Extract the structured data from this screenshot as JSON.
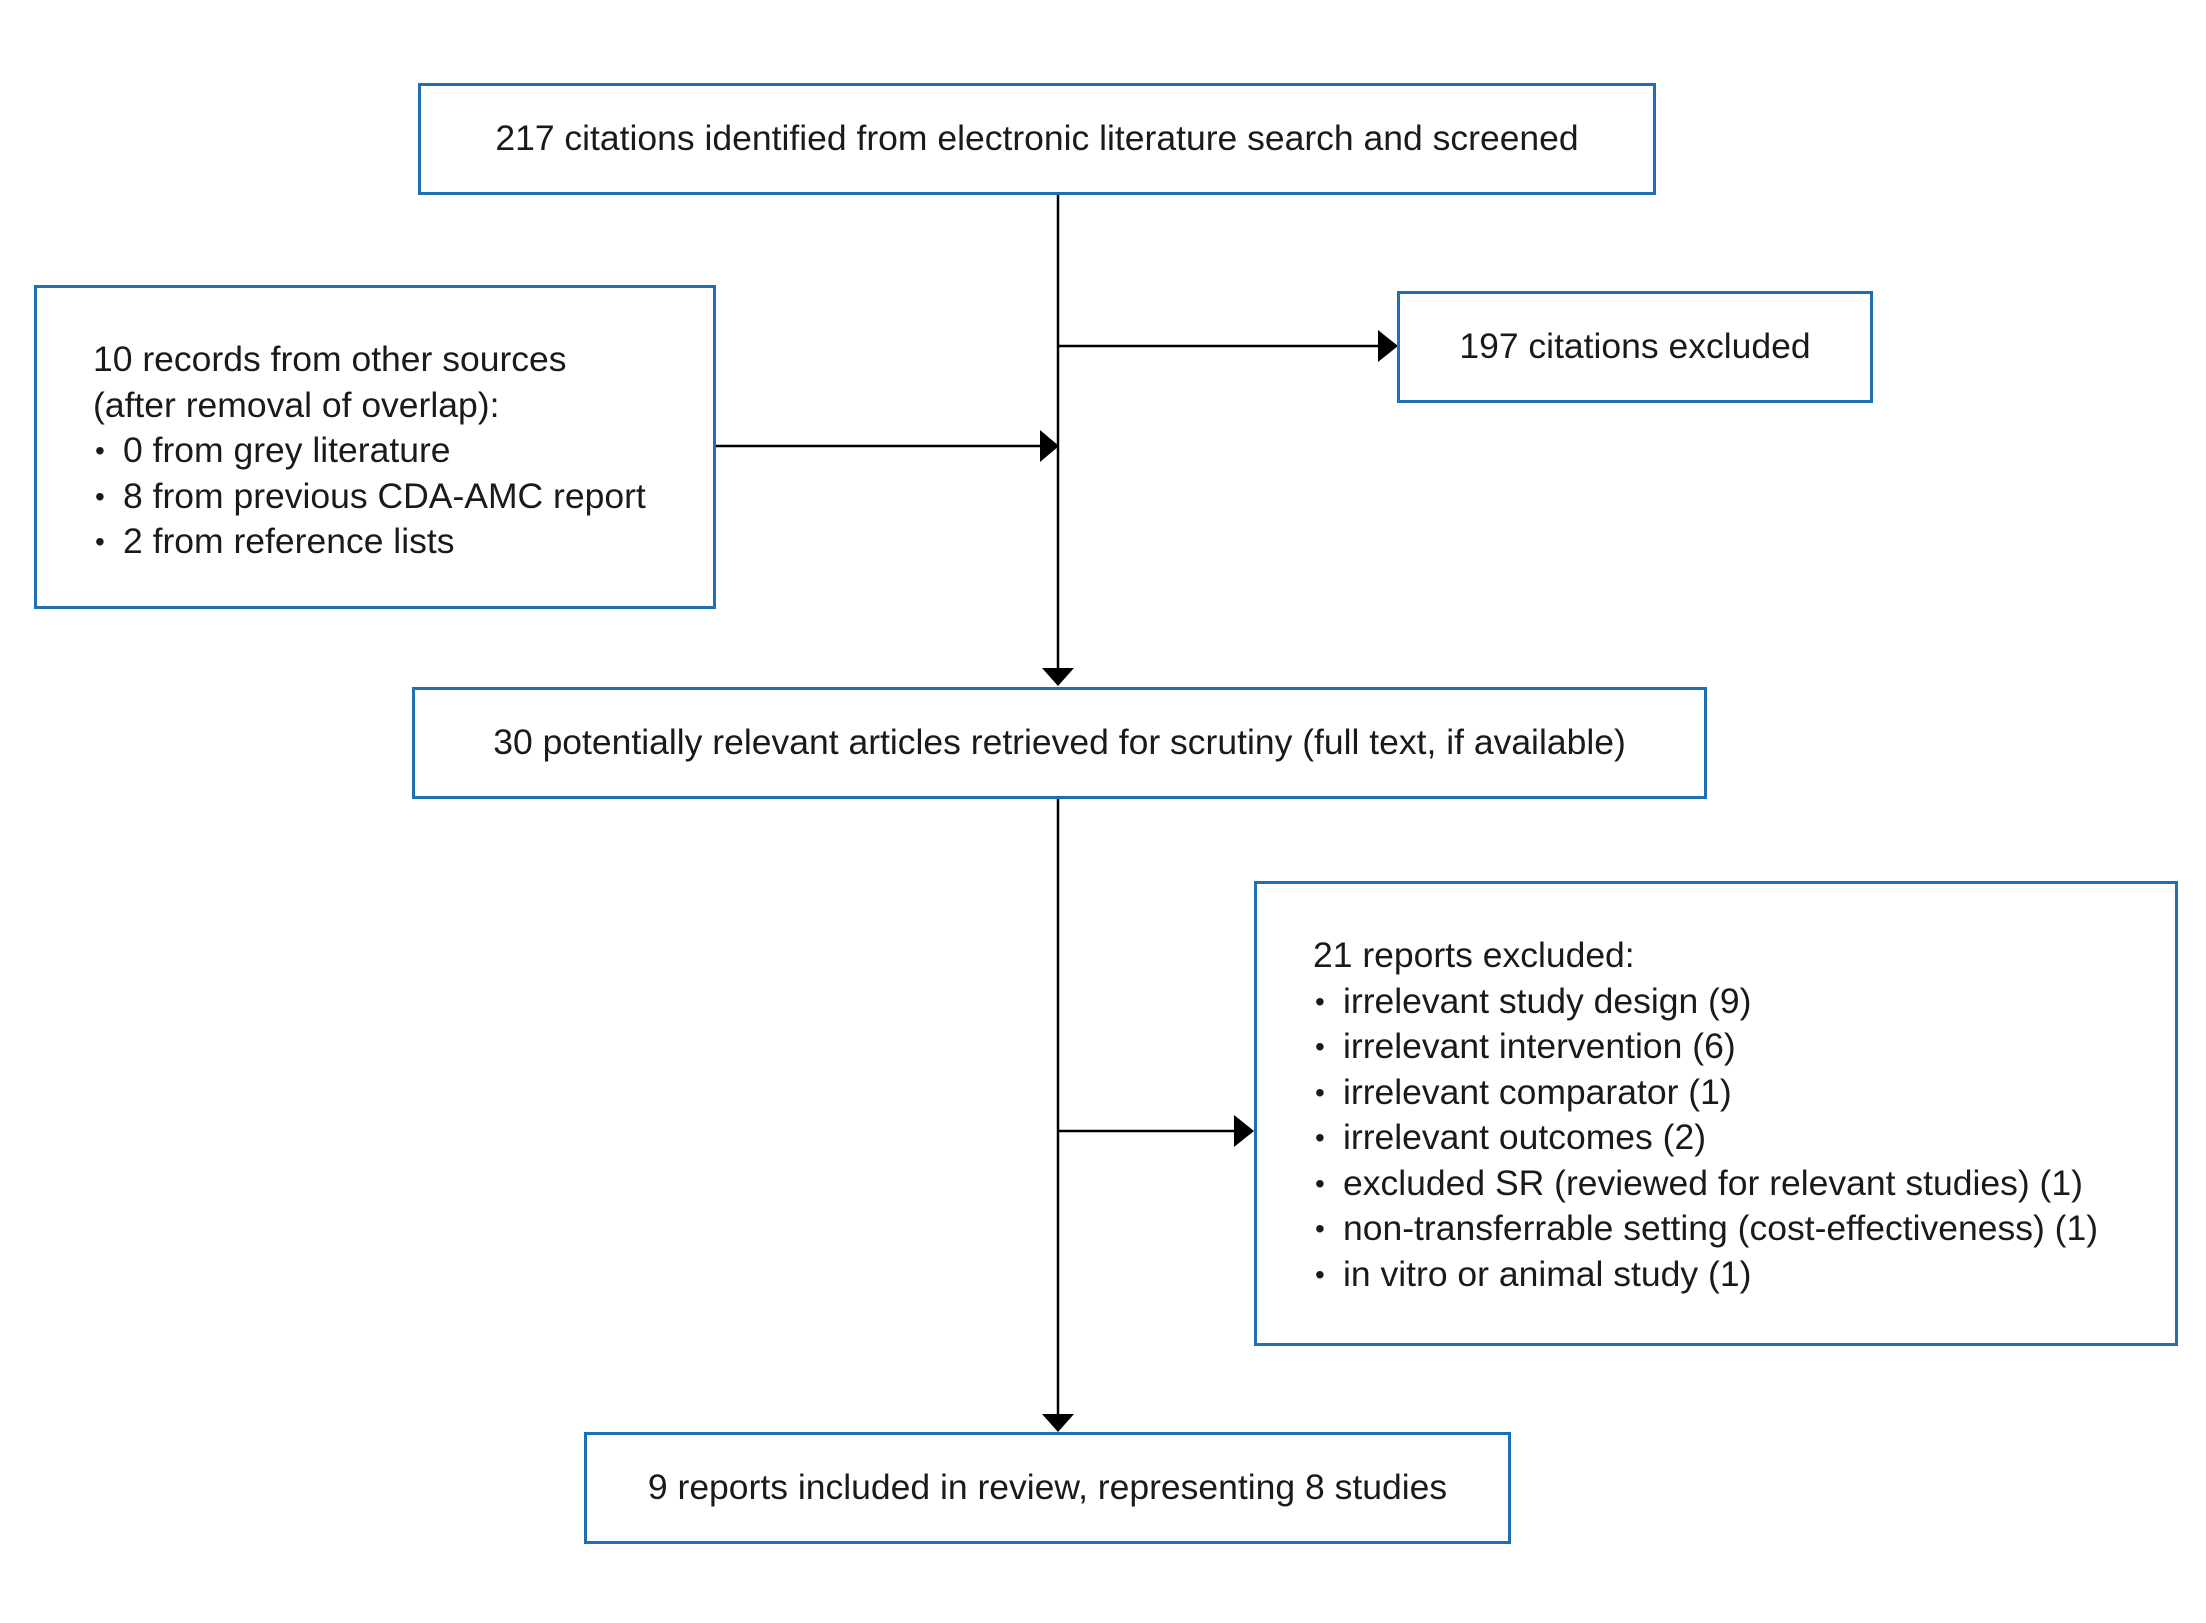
{
  "flowchart": {
    "identified": "217 citations identified from electronic literature search and screened",
    "excluded_citations": "197 citations excluded",
    "other_sources": {
      "title_line1": "10 records from other sources",
      "title_line2": "(after removal of overlap):",
      "items": [
        "0 from grey literature",
        "8 from previous CDA-AMC report",
        "2 from reference lists"
      ]
    },
    "retrieved": "30 potentially relevant articles retrieved for scrutiny (full text, if available)",
    "excluded_reports": {
      "title": "21 reports excluded:",
      "items": [
        "irrelevant study design (9)",
        "irrelevant intervention (6)",
        "irrelevant comparator (1)",
        "irrelevant outcomes (2)",
        "excluded SR (reviewed for relevant studies) (1)",
        "non-transferrable setting (cost-effectiveness) (1)",
        "in vitro or animal study (1)"
      ]
    },
    "included": "9 reports included in review, representing 8 studies"
  },
  "colors": {
    "box_border": "#1f6fb5",
    "line": "#000000",
    "text": "#1a1a1a"
  }
}
